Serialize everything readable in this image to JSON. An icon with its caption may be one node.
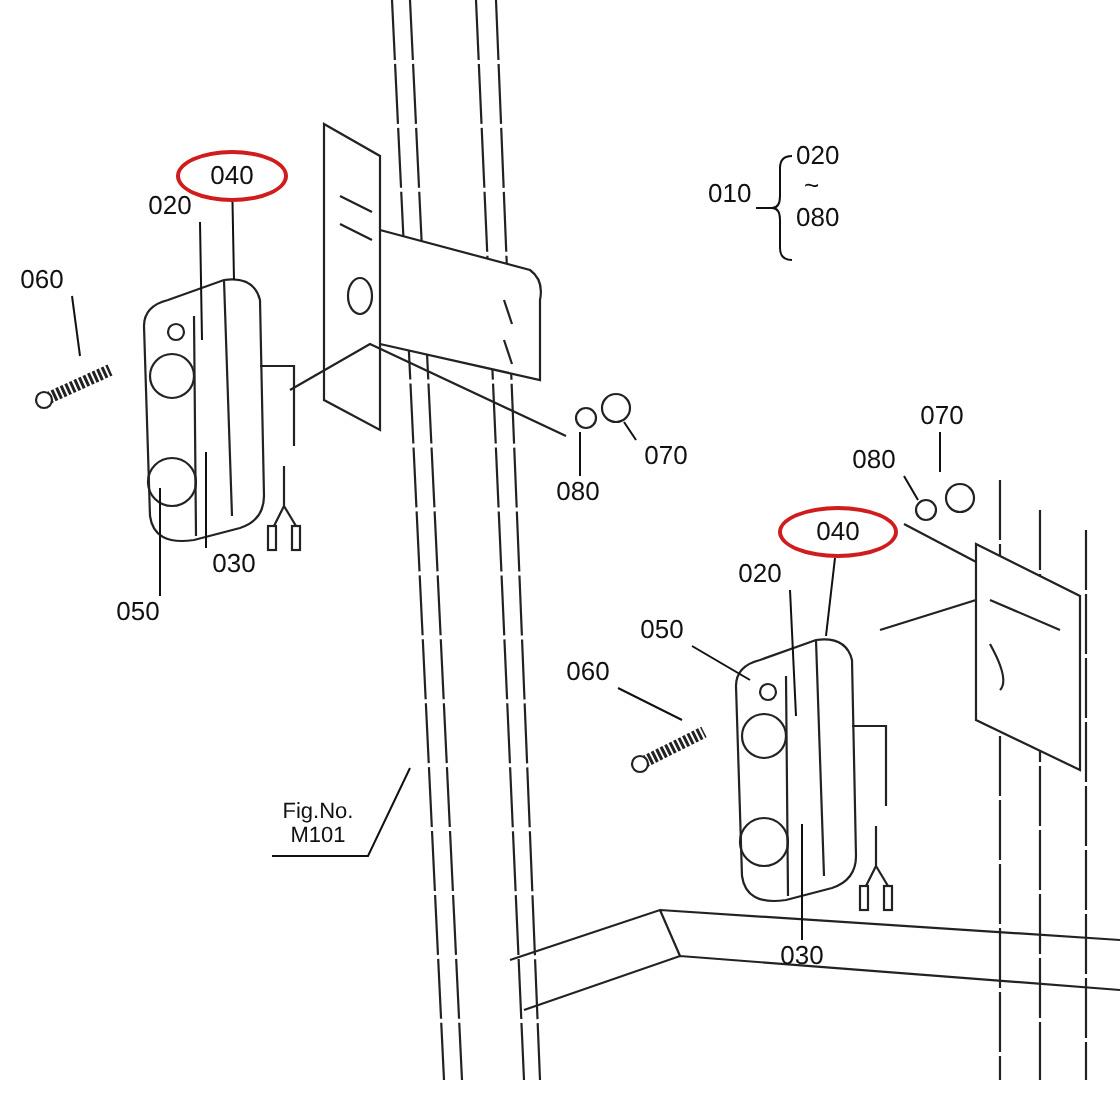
{
  "diagram": {
    "nodes": [
      {
        "text": [
          "040"
        ]
      },
      {
        "text": [
          "020"
        ]
      },
      {
        "text": [
          "060"
        ]
      },
      {
        "text": [
          "030"
        ]
      },
      {
        "text": [
          "050"
        ]
      },
      {
        "text": [
          "080"
        ]
      },
      {
        "text": [
          "070"
        ]
      },
      {
        "text": [
          "Fig.No. M101"
        ]
      },
      {
        "text": [
          "070"
        ]
      },
      {
        "text": [
          "080"
        ]
      },
      {
        "text": [
          "040"
        ]
      },
      {
        "text": [
          "020"
        ]
      },
      {
        "text": [
          "050"
        ]
      },
      {
        "text": [
          "060"
        ]
      },
      {
        "text": [
          "030"
        ]
      }
    ],
    "edges": [
      {
        "from": 0,
        "to": null,
        "arrow": "none"
      },
      {
        "from": 1,
        "to": null,
        "arrow": "none"
      },
      {
        "from": 2,
        "to": null,
        "arrow": "none"
      },
      {
        "from": 3,
        "to": null,
        "arrow": "none"
      },
      {
        "from": 4,
        "to": null,
        "arrow": "none"
      },
      {
        "from": 5,
        "to": null,
        "arrow": "none"
      },
      {
        "from": 6,
        "to": null,
        "arrow": "none"
      },
      {
        "from": 7,
        "to": null,
        "arrow": "none"
      },
      {
        "from": 8,
        "to": null,
        "arrow": "none"
      },
      {
        "from": 9,
        "to": null,
        "arrow": "none"
      },
      {
        "from": 10,
        "to": null,
        "arrow": "none"
      },
      {
        "from": 11,
        "to": null,
        "arrow": "none"
      },
      {
        "from": 12,
        "to": null,
        "arrow": "none"
      },
      {
        "from": 13,
        "to": null,
        "arrow": "none"
      },
      {
        "from": 14,
        "to": null,
        "arrow": "none"
      }
    ],
    "labels": [
      "010",
      "020",
      "~",
      "080"
    ]
  }
}
